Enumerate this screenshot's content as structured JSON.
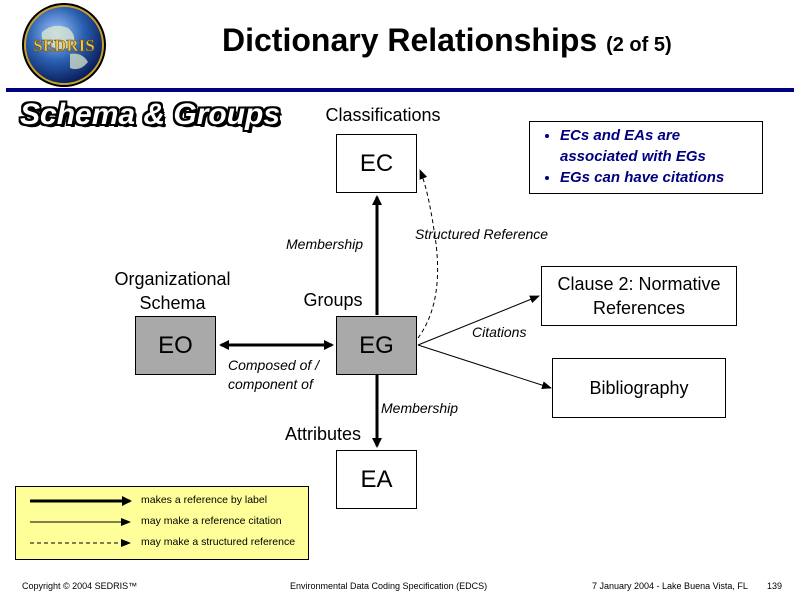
{
  "header": {
    "title": "Dictionary Relationships",
    "title_suffix": "(2 of 5)",
    "logo_text": "SEDRIS",
    "section_title": "Schema & Groups"
  },
  "diagram": {
    "nodes": {
      "ec": {
        "label": "EC",
        "caption": "Classifications"
      },
      "eg": {
        "label": "EG",
        "caption": "Groups"
      },
      "eo": {
        "label": "EO",
        "caption_line1": "Organizational",
        "caption_line2": "Schema"
      },
      "ea": {
        "label": "EA",
        "caption": "Attributes"
      },
      "clause": {
        "line1": "Clause 2: Normative",
        "line2": "References"
      },
      "bib": {
        "label": "Bibliography"
      }
    },
    "edges": {
      "membership_up": "Membership",
      "membership_down": "Membership",
      "structured_reference": "Structured Reference",
      "citations": "Citations",
      "composed_line1": "Composed of /",
      "composed_line2": "component of"
    },
    "notes": [
      "ECs and EAs are associated with EGs",
      "EGs can have citations"
    ]
  },
  "legend": {
    "items": [
      "makes a reference by label",
      "may make a reference citation",
      "may make a structured reference"
    ],
    "background": "#ffff99"
  },
  "footer": {
    "copyright": "Copyright © 2004 SEDRIS™",
    "spec": "Environmental Data Coding Specification (EDCS)",
    "event": "7 January 2004 - Lake Buena Vista, FL",
    "page": "139"
  },
  "colors": {
    "accent": "#000080",
    "node_gray": "#a9a9a9"
  }
}
